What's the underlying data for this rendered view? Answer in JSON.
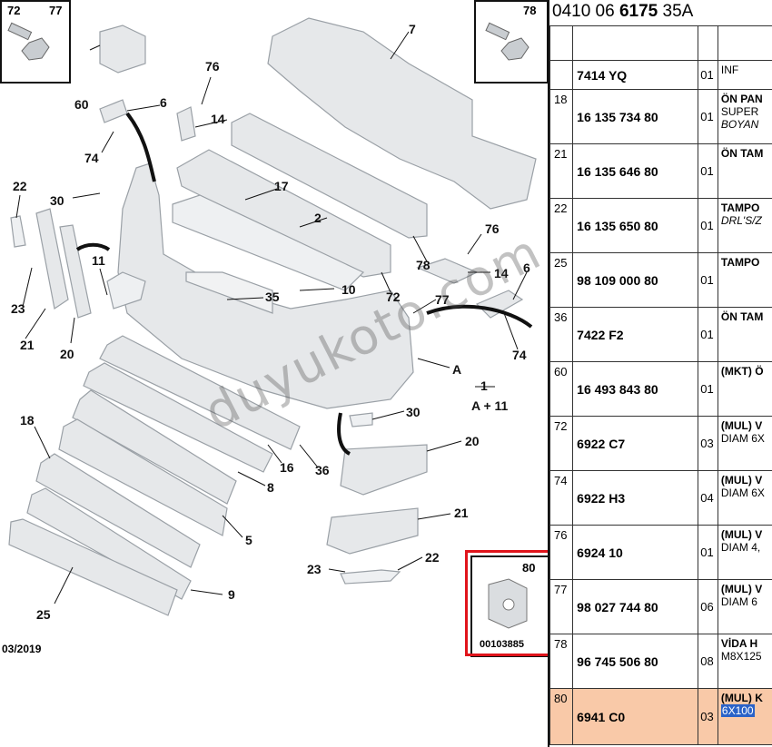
{
  "diagram": {
    "callouts": [
      "72",
      "77",
      "78",
      "76",
      "60",
      "6",
      "14",
      "74",
      "7",
      "22",
      "30",
      "17",
      "2",
      "11",
      "23",
      "21",
      "20",
      "10",
      "35",
      "72",
      "77",
      "14",
      "6",
      "74",
      "76",
      "78",
      "1",
      "A + 11",
      "A",
      "30",
      "18",
      "16",
      "36",
      "20",
      "8",
      "5",
      "21",
      "80",
      "9",
      "25",
      "23",
      "22"
    ],
    "inset_top_left": {
      "labels": [
        "72",
        "77"
      ]
    },
    "inset_top_right": {
      "labels": [
        "78"
      ]
    },
    "inset_bottom": {
      "label": "80",
      "code": "00103885"
    },
    "date": "03/2019",
    "watermark": "duyukoto.com"
  },
  "sheet": {
    "title_pre": "0410 06 ",
    "title_bold": "6175",
    "title_post": " 35A",
    "rows": [
      {
        "no": "",
        "ref": "7414 YQ",
        "qty": "01",
        "d1": "",
        "d2": "INF",
        "d3": "",
        "hl": false
      },
      {
        "no": "18",
        "ref": "16 135 734 80",
        "qty": "01",
        "d1": "ÖN PAN",
        "d2": "SUPER",
        "d3": "BOYAN",
        "hl": false
      },
      {
        "no": "21",
        "ref": "16 135 646 80",
        "qty": "01",
        "d1": "ÖN TAM",
        "d2": "",
        "d3": "",
        "hl": false
      },
      {
        "no": "22",
        "ref": "16 135 650 80",
        "qty": "01",
        "d1": "TAMPO",
        "d2": "",
        "d3": "DRL'S/Z",
        "hl": false
      },
      {
        "no": "25",
        "ref": "98 109 000 80",
        "qty": "01",
        "d1": "TAMPO",
        "d2": "",
        "d3": "",
        "hl": false
      },
      {
        "no": "36",
        "ref": "7422 F2",
        "qty": "01",
        "d1": "ÖN TAM",
        "d2": "",
        "d3": "",
        "hl": false
      },
      {
        "no": "60",
        "ref": "16 493 843 80",
        "qty": "01",
        "d1": "(MKT) Ö",
        "d2": "",
        "d3": "",
        "hl": false
      },
      {
        "no": "72",
        "ref": "6922 C7",
        "qty": "03",
        "d1": "(MUL) V",
        "d2": "DIAM 6X",
        "d3": "",
        "hl": false
      },
      {
        "no": "74",
        "ref": "6922 H3",
        "qty": "04",
        "d1": "(MUL) V",
        "d2": "DIAM 6X",
        "d3": "",
        "hl": false
      },
      {
        "no": "76",
        "ref": "6924 10",
        "qty": "01",
        "d1": "(MUL) V",
        "d2": "DIAM 4,",
        "d3": "",
        "hl": false
      },
      {
        "no": "77",
        "ref": "98 027 744 80",
        "qty": "06",
        "d1": "(MUL) V",
        "d2": "DIAM 6",
        "d3": "",
        "hl": false
      },
      {
        "no": "78",
        "ref": "96 745 506 80",
        "qty": "08",
        "d1": "VİDA H",
        "d2": "M8X125",
        "d3": "",
        "hl": false
      },
      {
        "no": "80",
        "ref": "6941 C0",
        "qty": "03",
        "d1": "(MUL) K",
        "d2": "6X100",
        "d3": "",
        "hl": true
      }
    ]
  }
}
